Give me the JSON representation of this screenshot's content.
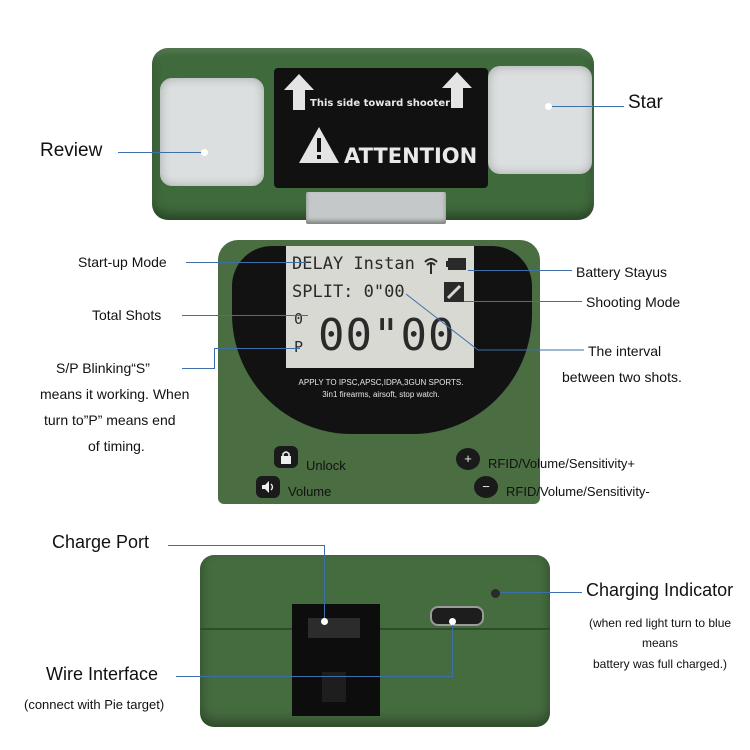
{
  "top_device": {
    "banner_text": "This side toward shooter!",
    "attention_text": "ATTENTION",
    "labels": {
      "review": "Review",
      "star": "Star"
    }
  },
  "middle_device": {
    "lcd": {
      "line1": "DELAY Instan",
      "line2": "SPLIT: 0\"00",
      "shots_digit": "0",
      "status_letter": "P",
      "big_time": "00\"00"
    },
    "bezel_line1": "APPLY TO IPSC,APSC,IDPA,3GUN SPORTS.",
    "bezel_line2": "3in1 firearms, airsoft, stop watch.",
    "labels": {
      "startup_mode": "Start-up Mode",
      "total_shots": "Total Shots",
      "sp_blinking_1": "S/P Blinking“S”",
      "sp_blinking_2": "means it working. When",
      "sp_blinking_3": "turn to”P” means end",
      "sp_blinking_4": "of timing.",
      "battery_status": "Battery Stayus",
      "shooting_mode": "Shooting Mode",
      "interval_1": "The interval",
      "interval_2": "between two shots.",
      "unlock": "Unlock",
      "volume": "Volume",
      "rfid_plus": "RFID/Volume/Sensitivity+",
      "rfid_minus": "RFID/Volume/Sensitivity-"
    }
  },
  "bottom_device": {
    "labels": {
      "charge_port": "Charge Port",
      "wire_interface": "Wire Interface",
      "wire_interface_note": "(connect with Pie target)",
      "charging_indicator": "Charging Indicator",
      "charging_note_1": "(when red light turn to blue",
      "charging_note_2": "means",
      "charging_note_3": "battery was full charged.)"
    }
  },
  "colors": {
    "device_green": "#456c3f",
    "leader_line": "#3d6fa8"
  }
}
